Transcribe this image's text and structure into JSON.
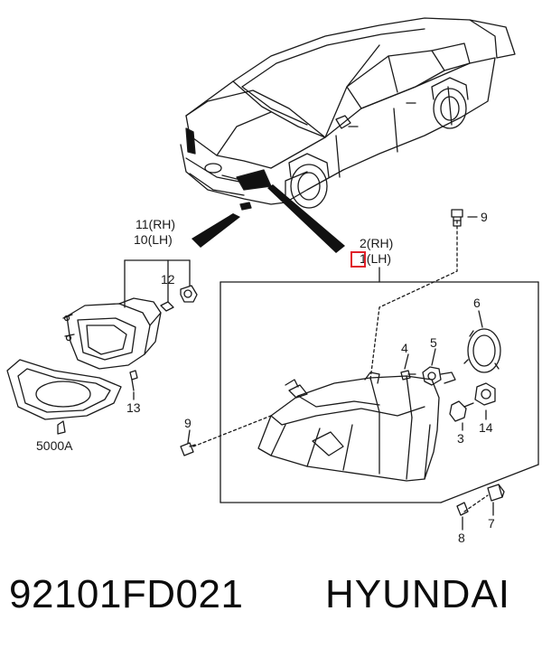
{
  "diagram": {
    "callouts": {
      "c11": "11(RH)",
      "c10": "10(LH)",
      "c12": "12",
      "c13": "13",
      "c5000a": "5000A",
      "c9a": "9",
      "c9b": "9",
      "c2": "2(RH)",
      "c1": "1(LH)",
      "c4": "4",
      "c5": "5",
      "c6": "6",
      "c3": "3",
      "c14": "14",
      "c7": "7",
      "c8": "8"
    },
    "highlight_color": "#e0202a"
  },
  "footer": {
    "part_number": "92101FD021",
    "brand": "HYUNDAI"
  }
}
